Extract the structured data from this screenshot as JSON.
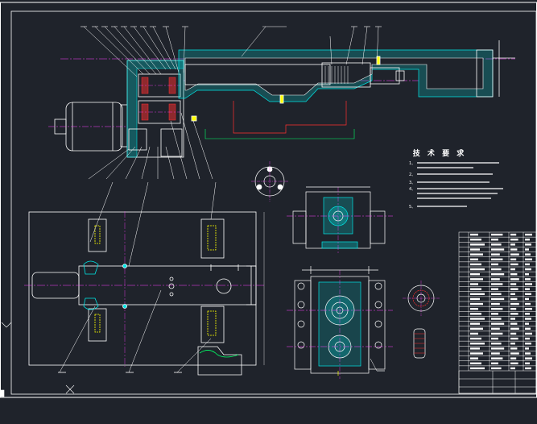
{
  "drawing": {
    "background": "#1f232b",
    "colors": {
      "outline": "#ffffff",
      "body_fill": "#1f232b",
      "hatch": "#00e5e5",
      "center_line": "#ff40ff",
      "hidden_line": "#ff3030",
      "leader": "#ffffff",
      "bolt": "#ffff00",
      "spring": "#00ff66",
      "highlight": "#b040ff"
    }
  },
  "technical_requirements": {
    "title": "技 术 要 求",
    "items": [
      "1、",
      "2、",
      "3、",
      "4、",
      "5、"
    ]
  },
  "title_block": {
    "rows": 28
  }
}
